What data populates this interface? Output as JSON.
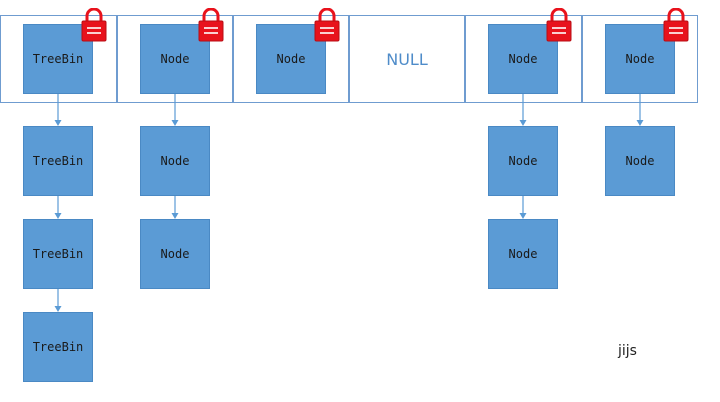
{
  "table": {
    "buckets": [
      {
        "head": "TreeBin",
        "locked": true,
        "chain": [
          "TreeBin",
          "TreeBin",
          "TreeBin"
        ]
      },
      {
        "head": "Node",
        "locked": true,
        "chain": [
          "Node",
          "Node"
        ]
      },
      {
        "head": "Node",
        "locked": true,
        "chain": []
      },
      {
        "head": "NULL",
        "locked": false,
        "chain": []
      },
      {
        "head": "Node",
        "locked": true,
        "chain": [
          "Node",
          "Node"
        ]
      },
      {
        "head": "Node",
        "locked": true,
        "chain": [
          "Node"
        ]
      }
    ]
  },
  "watermark": "jijs",
  "colors": {
    "node_fill": "#5b9bd5",
    "slot_border": "#6f9cd0",
    "lock_red": "#e8121c",
    "arrow": "#5b9bd5",
    "null_text": "#4f8cc9"
  },
  "icons": {
    "lock": "padlock-icon",
    "link": "down-arrow-icon"
  }
}
